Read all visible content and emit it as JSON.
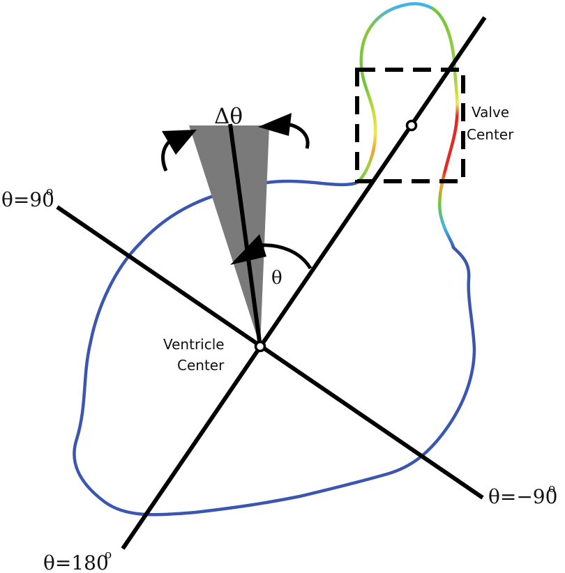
{
  "labels": {
    "delta_theta": "Δθ",
    "theta": "θ",
    "ventricle_center_line1": "Ventricle",
    "ventricle_center_line2": "Center",
    "valve_center_line1": "Valve",
    "valve_center_line2": "Center",
    "axis_90": "θ=90",
    "axis_90_sup": "o",
    "axis_180": "θ=180",
    "axis_180_sup": "o",
    "axis_neg90": "θ=−90",
    "axis_neg90_sup": "o"
  },
  "colors": {
    "outline": "#3a56b0",
    "axis": "#000000",
    "wedge": "#7a7a7a",
    "valve_gradient": [
      "#2f8fd6",
      "#3fb4e8",
      "#6ec63a",
      "#a3d232",
      "#f2e64a",
      "#f0a030",
      "#e82820"
    ]
  }
}
